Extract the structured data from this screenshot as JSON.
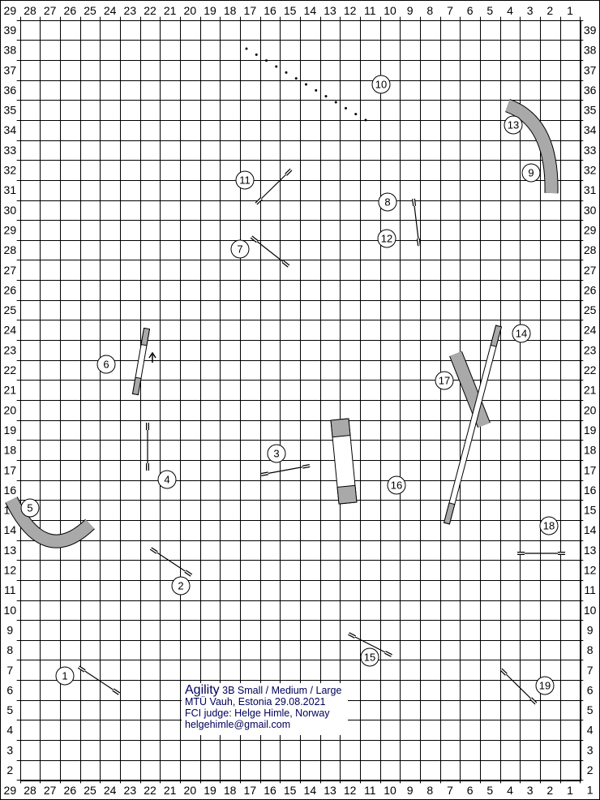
{
  "columns": [
    "29",
    "28",
    "27",
    "26",
    "25",
    "24",
    "23",
    "22",
    "21",
    "20",
    "19",
    "18",
    "17",
    "16",
    "15",
    "14",
    "13",
    "12",
    "11",
    "10",
    "9",
    "8",
    "7",
    "6",
    "5",
    "4",
    "3",
    "2",
    "1"
  ],
  "rows": [
    "39",
    "38",
    "37",
    "36",
    "35",
    "34",
    "33",
    "32",
    "31",
    "30",
    "29",
    "28",
    "27",
    "26",
    "25",
    "24",
    "23",
    "22",
    "21",
    "20",
    "19",
    "18",
    "17",
    "16",
    "15",
    "14",
    "13",
    "12",
    "11",
    "10",
    "9",
    "8",
    "7",
    "6",
    "5",
    "4",
    "3",
    "2",
    "1"
  ],
  "obstacle_numbers": [
    "1",
    "2",
    "3",
    "4",
    "5",
    "6",
    "7",
    "8",
    "9",
    "10",
    "11",
    "12",
    "13",
    "14",
    "15",
    "16",
    "17",
    "18",
    "19"
  ],
  "info": {
    "title": "Agility",
    "class": "3B Small / Medium / Large",
    "club_line": "MTÜ Vauh, Estonia 29.08.2021",
    "judge_line": "FCI judge: Helge Himle, Norway",
    "email": "helgehimle@gmail.com"
  },
  "colors": {
    "tunnel": "#a9a9a9",
    "grid": "#000000",
    "text": "#00005a"
  }
}
